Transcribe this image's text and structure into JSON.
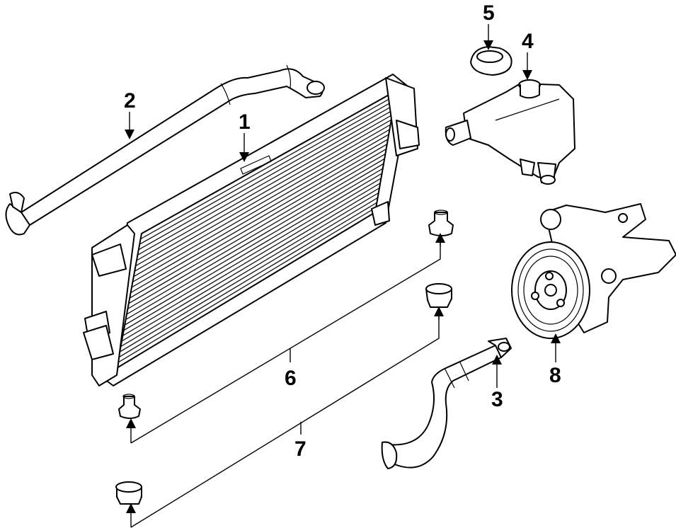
{
  "callouts": {
    "c1": "1",
    "c2": "2",
    "c3": "3",
    "c4": "4",
    "c5": "5",
    "c6": "6",
    "c7": "7",
    "c8": "8"
  },
  "parts": [
    {
      "id": "1",
      "icon": "radiator-icon"
    },
    {
      "id": "2",
      "icon": "upper-hose-icon"
    },
    {
      "id": "3",
      "icon": "lower-hose-icon"
    },
    {
      "id": "4",
      "icon": "reservoir-icon"
    },
    {
      "id": "5",
      "icon": "cap-icon"
    },
    {
      "id": "6",
      "icon": "lower-insulator-icon"
    },
    {
      "id": "7",
      "icon": "upper-insulator-icon"
    },
    {
      "id": "8",
      "icon": "water-pump-icon"
    }
  ]
}
